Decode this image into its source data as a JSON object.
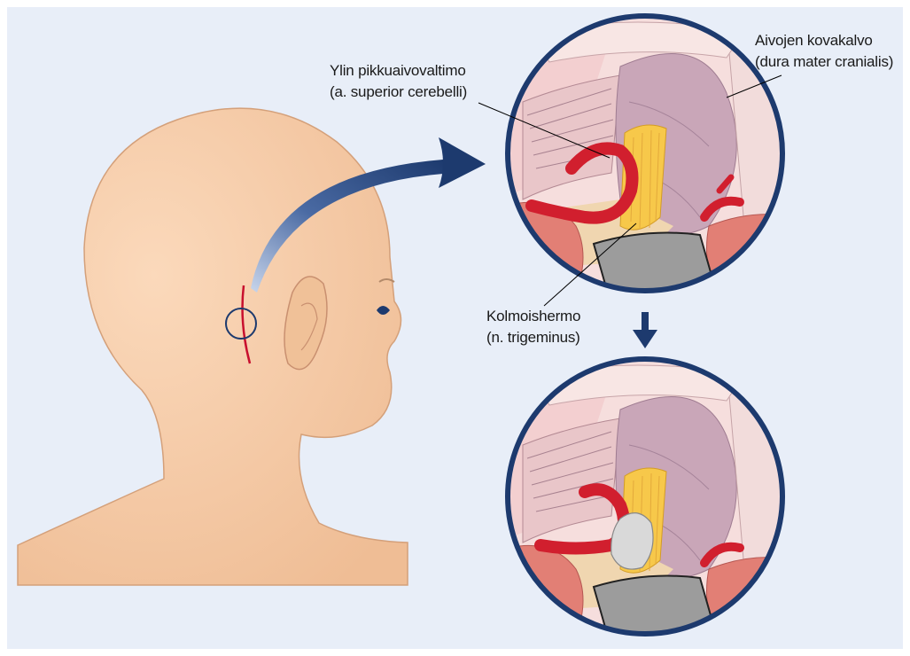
{
  "labels": {
    "sca": {
      "line1": "Ylin pikkuaivovaltimo",
      "line2": "(a. superior cerebelli)"
    },
    "dura": {
      "line1": "Aivojen kovakalvo",
      "line2": "(dura mater cranialis)"
    },
    "nerve": {
      "line1": "Kolmoishermo",
      "line2": "(n. trigeminus)"
    }
  },
  "colors": {
    "background": "#e8eef8",
    "skin": "#f4c9a4",
    "circle_border": "#1d3a6e",
    "artery": "#d11f2e",
    "nerve": "#f7c84a",
    "arrow": "#1d3a6e"
  }
}
